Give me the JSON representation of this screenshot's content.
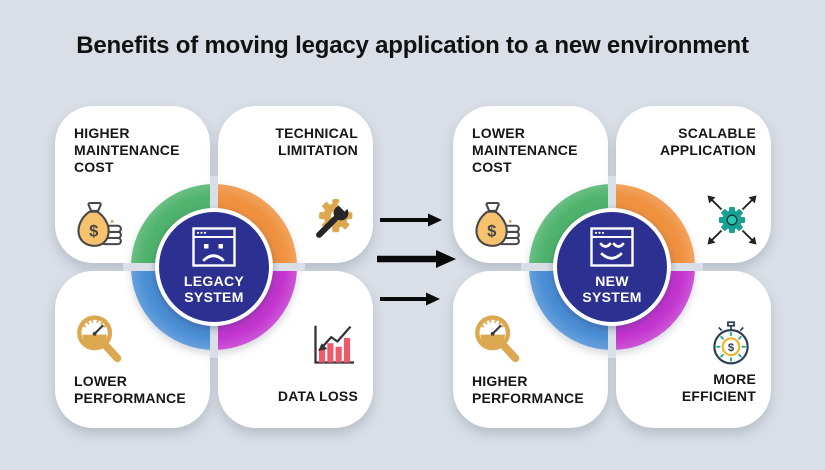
{
  "title": "Benefits of moving legacy application to a new environment",
  "colors": {
    "bg": "#dadfe7",
    "card": "#ffffff",
    "title_text": "#111111",
    "label_text": "#161616",
    "ring_green": "#4fb36d",
    "ring_orange": "#ef913f",
    "ring_magenta": "#c335cf",
    "ring_blue": "#4a8ed5",
    "center_circle": "#2c3191",
    "center_text": "#ffffff",
    "arrow": "#0a0a0a",
    "icon_gold": "#dca84f",
    "icon_gold_light": "#f6c26d",
    "icon_outline": "#474747",
    "icon_red": "#ee5a68",
    "icon_teal": "#18a193",
    "icon_teal_light": "#2cc4ae",
    "icon_navy": "#2e3f55"
  },
  "legacy_system": {
    "center": {
      "line1": "LEGACY",
      "line2": "SYSTEM",
      "icon": "sad-app-window-icon"
    },
    "cards": [
      {
        "name": "higher-maintenance-cost",
        "icon": "money-bag-icon",
        "lines": [
          "HIGHER",
          "MAINTENANCE",
          "COST"
        ]
      },
      {
        "name": "technical-limitation",
        "icon": "wrench-gear-icon",
        "lines": [
          "TECHNICAL",
          "LIMITATION"
        ]
      },
      {
        "name": "lower-performance",
        "icon": "performance-gauge-icon",
        "lines": [
          "LOWER",
          "PERFORMANCE"
        ]
      },
      {
        "name": "data-loss",
        "icon": "bar-chart-decline-icon",
        "lines": [
          "DATA LOSS"
        ]
      }
    ]
  },
  "new_system": {
    "center": {
      "line1": "NEW",
      "line2": "SYSTEM",
      "icon": "happy-app-window-icon"
    },
    "cards": [
      {
        "name": "lower-maintenance-cost",
        "icon": "money-bag-icon",
        "lines": [
          "LOWER",
          "MAINTENANCE",
          "COST"
        ]
      },
      {
        "name": "scalable-application",
        "icon": "gear-expand-icon",
        "lines": [
          "SCALABLE",
          "APPLICATION"
        ]
      },
      {
        "name": "higher-performance",
        "icon": "performance-gauge-icon",
        "lines": [
          "HIGHER",
          "PERFORMANCE"
        ]
      },
      {
        "name": "more-efficient",
        "icon": "stopwatch-dollar-icon",
        "lines": [
          "MORE",
          "EFFICIENT"
        ]
      }
    ]
  },
  "transition": {
    "arrow_icons": [
      "arrow-right-small",
      "arrow-right-large",
      "arrow-right-small"
    ]
  }
}
